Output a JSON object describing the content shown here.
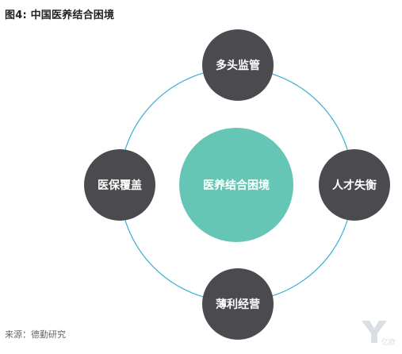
{
  "figure": {
    "title": "图4: 中国医养结合困境",
    "center": "医养结合困境",
    "nodes": {
      "top": "多头监管",
      "right": "人才失衡",
      "bottom": "薄利经营",
      "left": "医保覆盖"
    },
    "source": "来源：德勤研究",
    "watermark_text": "亿欧"
  },
  "colors": {
    "ring": "#3bb0d3",
    "node": "#4a4a4f",
    "center": "#66c6b5",
    "title": "#222222",
    "source": "#666666"
  }
}
